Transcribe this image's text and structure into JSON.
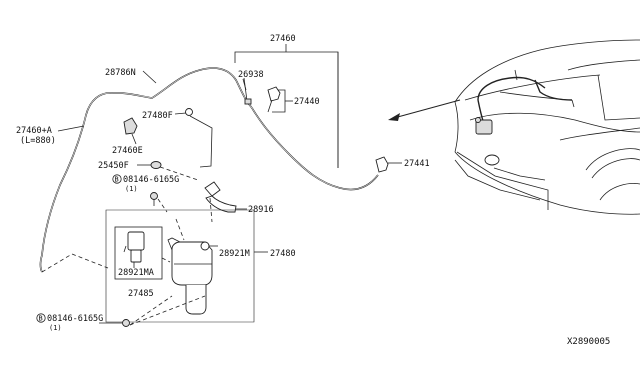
{
  "labels": {
    "p27460": "27460",
    "p28786N": "28786N",
    "p26938": "26938",
    "p27440": "27440",
    "p27460A": "27460+A",
    "p27460A_len": "(L=880)",
    "p27460E": "27460E",
    "p27480F": "27480F",
    "p25450F": "25450F",
    "p08146_top": "08146-6165G",
    "p08146_top_qty": "(1)",
    "p28916": "28916",
    "p28921M": "28921M",
    "p27480": "27480",
    "p28921MA": "28921MA",
    "p27485": "27485",
    "p27441": "27441",
    "p08146_bot": "08146-6165G",
    "p08146_bot_qty": "(1)",
    "bolt_mark": "B",
    "diagram_code": "X2890005"
  }
}
